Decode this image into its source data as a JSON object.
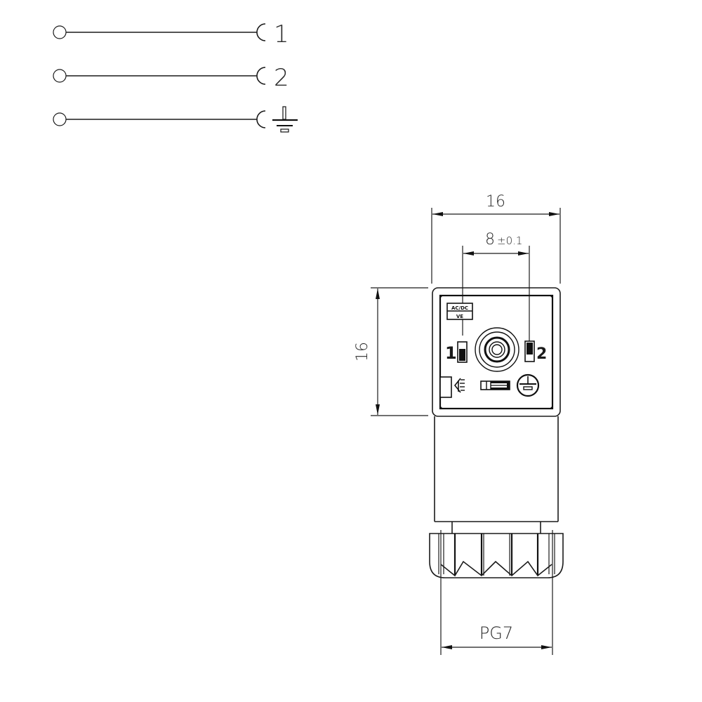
{
  "schematic": {
    "wires": [
      {
        "terminal_label": "1",
        "symbol": "numeric"
      },
      {
        "terminal_label": "2",
        "symbol": "numeric"
      },
      {
        "terminal_label": "",
        "symbol": "ground-icon"
      }
    ]
  },
  "dimensions": {
    "overall_width": "16",
    "pin_spacing": "8",
    "pin_spacing_tolerance": "±0.1",
    "overall_height": "16",
    "gland_thread": "PG7"
  },
  "face": {
    "marking_top": "AC/DC",
    "marking_bottom": "VE",
    "pin1_label": "1",
    "pin2_label": "2",
    "icons": [
      "voltage-marker-icon",
      "polarity-bar-icon",
      "protective-earth-icon",
      "center-screw-icon"
    ]
  },
  "colors": {
    "line": "#1a1a1a",
    "background": "#ffffff"
  }
}
